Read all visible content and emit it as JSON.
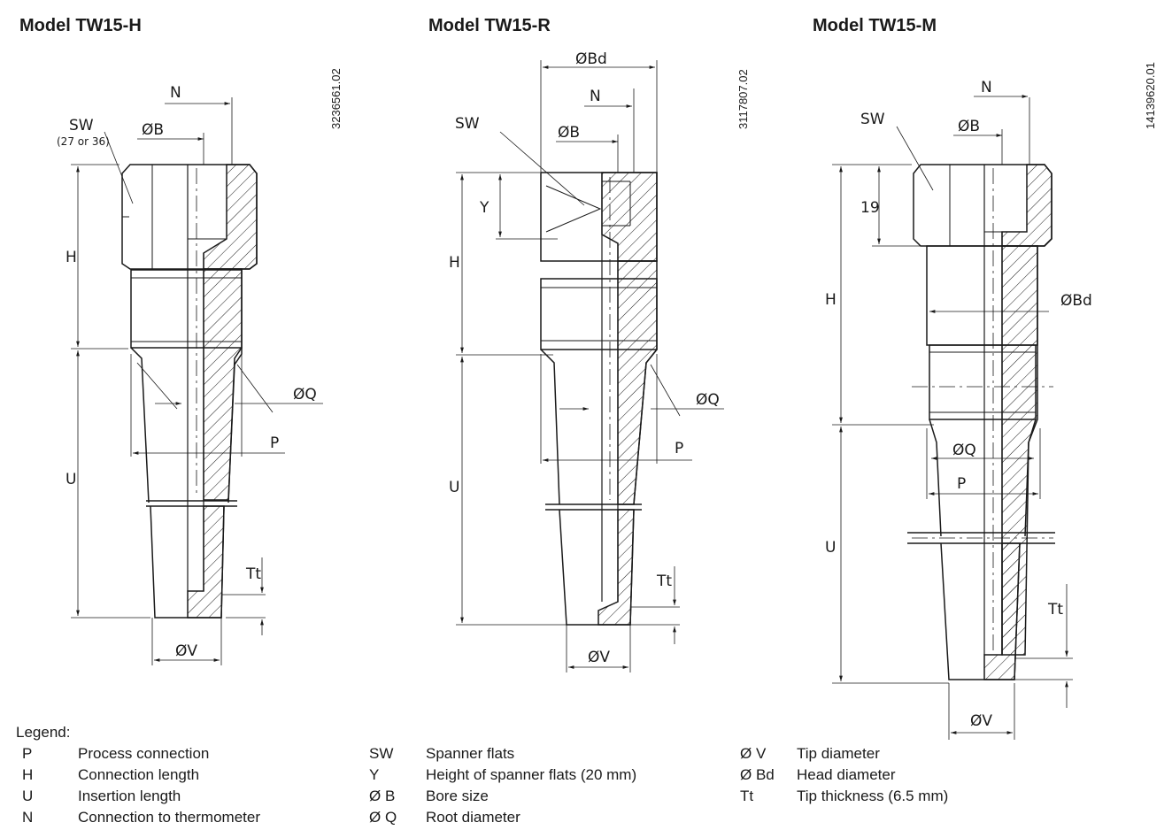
{
  "titles": [
    "Model TW15-H",
    "Model TW15-R",
    "Model TW15-M"
  ],
  "doc_numbers": [
    "3236561.02",
    "3117807.02",
    "14139620.01"
  ],
  "labels": {
    "sw": "SW",
    "sw_note": "(27 or 36)",
    "n": "N",
    "ob": "ØB",
    "obd": "ØBd",
    "oq": "ØQ",
    "ov": "ØV",
    "p": "P",
    "h": "H",
    "u": "U",
    "y": "Y",
    "tt": "Tt",
    "nineteen": "19"
  },
  "legend": {
    "title": "Legend:",
    "col1": [
      {
        "key": "P",
        "value": "Process connection"
      },
      {
        "key": "H",
        "value": "Connection length"
      },
      {
        "key": "U",
        "value": "Insertion length"
      },
      {
        "key": "N",
        "value": "Connection to thermometer"
      }
    ],
    "col2": [
      {
        "key": "SW",
        "value": "Spanner flats"
      },
      {
        "key": "Y",
        "value": "Height of spanner flats (20 mm)"
      },
      {
        "key": "Ø B",
        "value": "Bore size"
      },
      {
        "key": "Ø Q",
        "value": "Root diameter"
      }
    ],
    "col3": [
      {
        "key": "Ø V",
        "value": "Tip diameter"
      },
      {
        "key": "Ø Bd",
        "value": "Head diameter"
      },
      {
        "key": "Tt",
        "value": "Tip thickness (6.5 mm)"
      }
    ]
  }
}
